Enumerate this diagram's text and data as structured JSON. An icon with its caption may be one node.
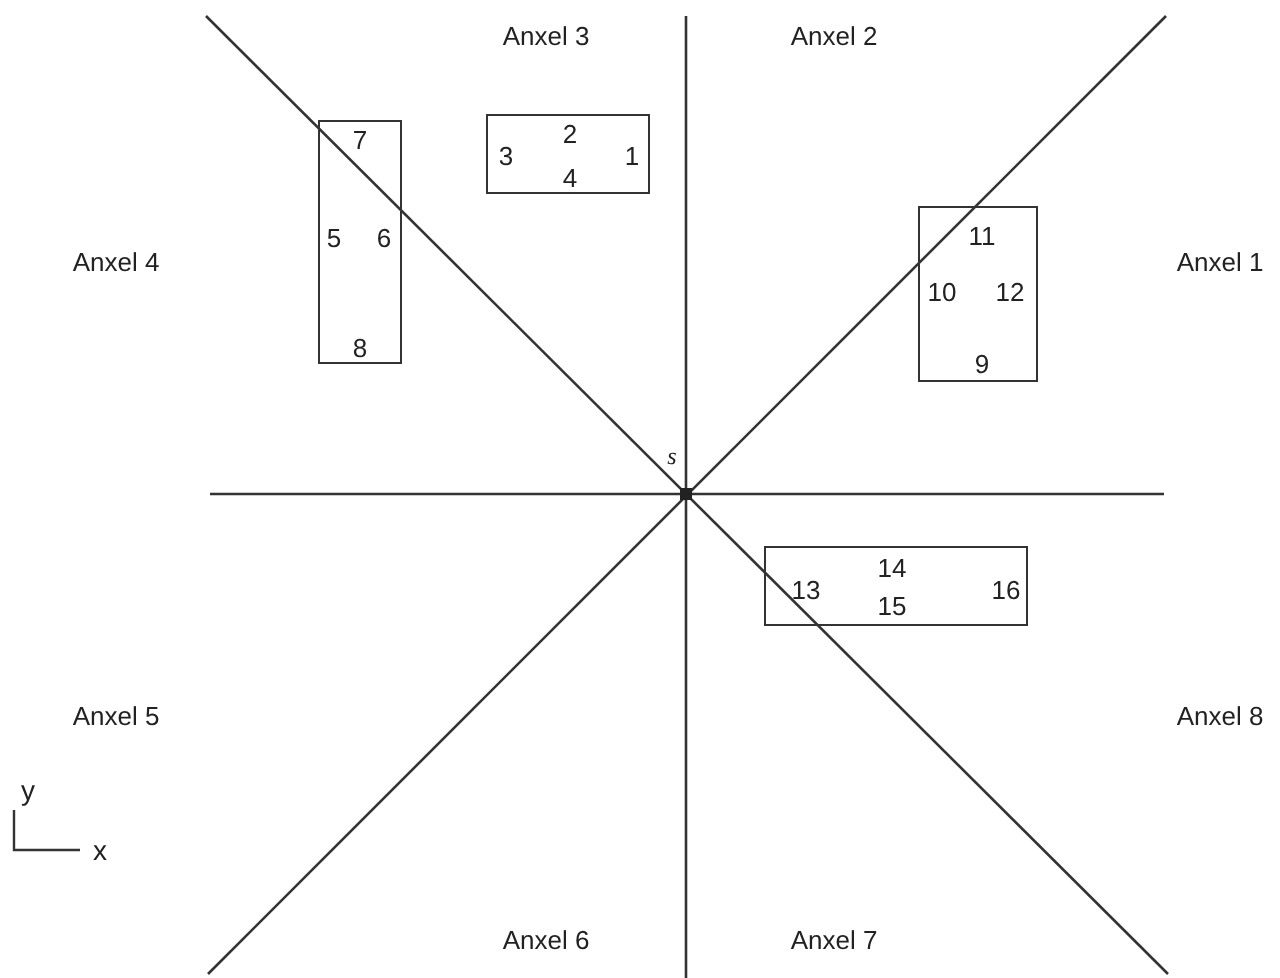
{
  "diagram": {
    "nodes": [
      {
        "text": [
          "7",
          "5",
          "6",
          "8"
        ]
      },
      {
        "text": [
          "2",
          "3",
          "1",
          "4"
        ]
      },
      {
        "text": [
          "11",
          "10",
          "12",
          "9"
        ]
      },
      {
        "text": [
          "14",
          "13",
          "16",
          "15"
        ]
      }
    ],
    "labels": [
      "Anxel 3",
      "Anxel 2",
      "Anxel 4",
      "Anxel 1",
      "s",
      "Anxel 5",
      "Anxel 8",
      "y",
      "x",
      "Anxel 6",
      "Anxel 7"
    ]
  }
}
